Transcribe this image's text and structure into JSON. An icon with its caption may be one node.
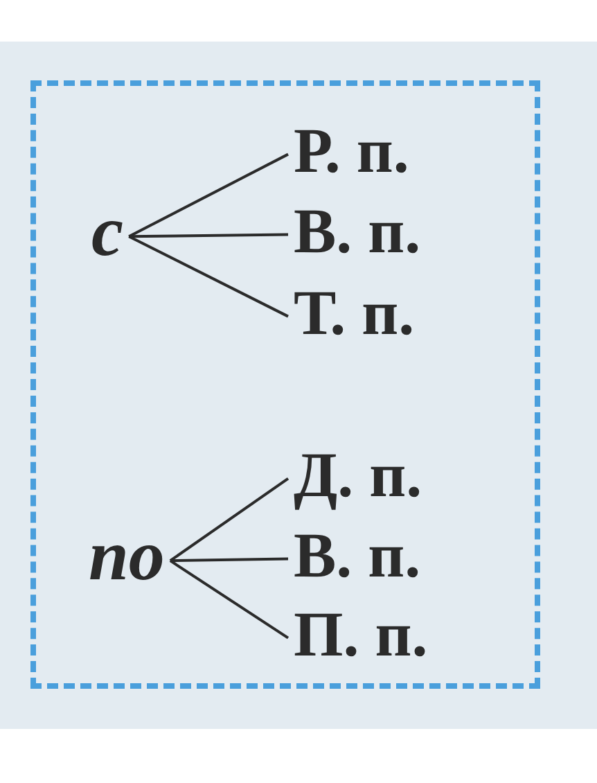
{
  "diagram": {
    "nodes": [
      {
        "text": [],
        "shape": "box"
      },
      {
        "text": [
          "с"
        ],
        "in": 0
      },
      {
        "text": [
          "Р. п."
        ],
        "in": 0
      },
      {
        "text": [
          "В. п."
        ],
        "in": 0
      },
      {
        "text": [
          "Т. п."
        ],
        "in": 0
      },
      {
        "text": [
          "по"
        ],
        "in": 0
      },
      {
        "text": [
          "Д. п."
        ],
        "in": 0
      },
      {
        "text": [
          "В. п."
        ],
        "in": 0
      },
      {
        "text": [
          "П. п."
        ],
        "in": 0
      }
    ],
    "edges": [
      {
        "from": 1,
        "to": 2,
        "arrow": "none"
      },
      {
        "from": 1,
        "to": 3,
        "arrow": "none"
      },
      {
        "from": 1,
        "to": 4,
        "arrow": "none"
      },
      {
        "from": 5,
        "to": 6,
        "arrow": "none"
      },
      {
        "from": 5,
        "to": 7,
        "arrow": "none"
      },
      {
        "from": 5,
        "to": 8,
        "arrow": "none"
      }
    ]
  }
}
